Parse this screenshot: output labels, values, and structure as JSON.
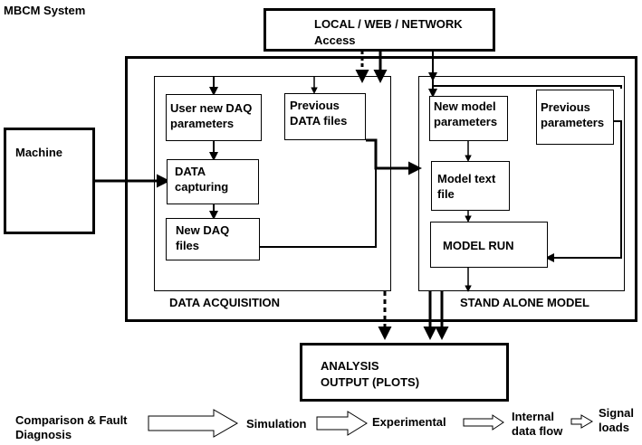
{
  "title": "MBCM System",
  "access": {
    "line1": "LOCAL / WEB / NETWORK",
    "line2": "Access"
  },
  "machine": "Machine",
  "daq": {
    "label": "DATA ACQUISITION",
    "user_params": "User new DAQ\nparameters",
    "previous_files": "Previous\nDATA files",
    "capturing": "DATA\ncapturing",
    "new_files": "New DAQ\nfiles"
  },
  "model": {
    "label": "STAND ALONE MODEL",
    "new_params": "New model\nparameters",
    "previous_params": "Previous\nparameters",
    "text_file": "Model text\nfile",
    "run": "MODEL RUN"
  },
  "output": {
    "line1": "ANALYSIS",
    "line2": "OUTPUT (PLOTS)"
  },
  "legend": {
    "comparison": "Comparison & Fault\nDiagnosis",
    "simulation": "Simulation",
    "experimental": "Experimental",
    "internal": "Internal\ndata flow",
    "signal": "Signal\nloads"
  }
}
